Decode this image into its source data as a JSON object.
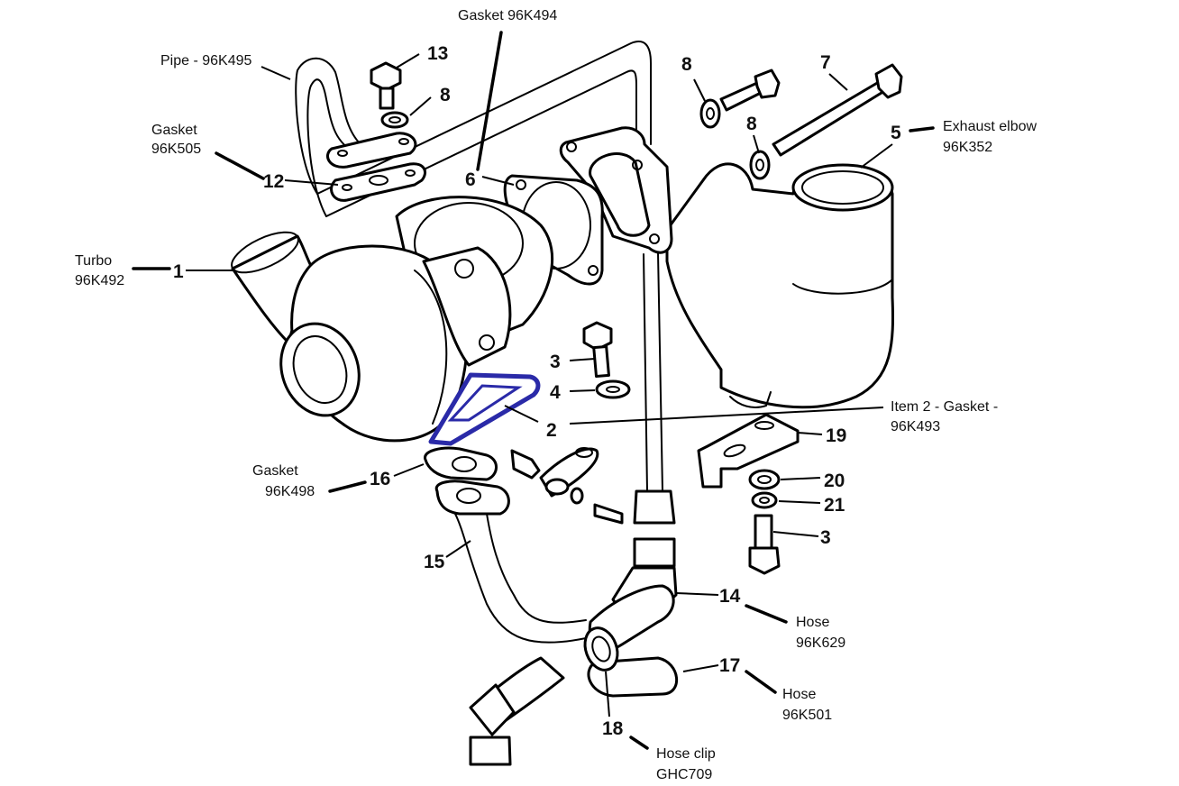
{
  "callouts": {
    "gasket_96K494": "Gasket 96K494",
    "pipe_96K495": "Pipe - 96K495",
    "gasket_96K505_line1": "Gasket",
    "gasket_96K505_line2": "96K505",
    "turbo_line1": "Turbo",
    "turbo_line2": "96K492",
    "exhaust_line1": "Exhaust elbow",
    "exhaust_line2": "96K352",
    "item2_line1": "Item 2 - Gasket -",
    "item2_line2": "96K493",
    "gasket_96K498_line1": "Gasket",
    "gasket_96K498_line2": "96K498",
    "hose_96K629_line1": "Hose",
    "hose_96K629_line2": "96K629",
    "hose_96K501_line1": "Hose",
    "hose_96K501_line2": "96K501",
    "hose_clip_line1": "Hose clip",
    "hose_clip_line2": "GHC709"
  },
  "numbers": {
    "n1": "1",
    "n2": "2",
    "n3a": "3",
    "n3b": "3",
    "n4": "4",
    "n5": "5",
    "n6": "6",
    "n7": "7",
    "n8a": "8",
    "n8b": "8",
    "n8c": "8",
    "n12": "12",
    "n13": "13",
    "n14": "14",
    "n15": "15",
    "n16": "16",
    "n17": "17",
    "n18": "18",
    "n19": "19",
    "n20": "20",
    "n21": "21"
  },
  "colors": {
    "highlight_gasket": "#2a2aa8",
    "ink": "#000000"
  }
}
